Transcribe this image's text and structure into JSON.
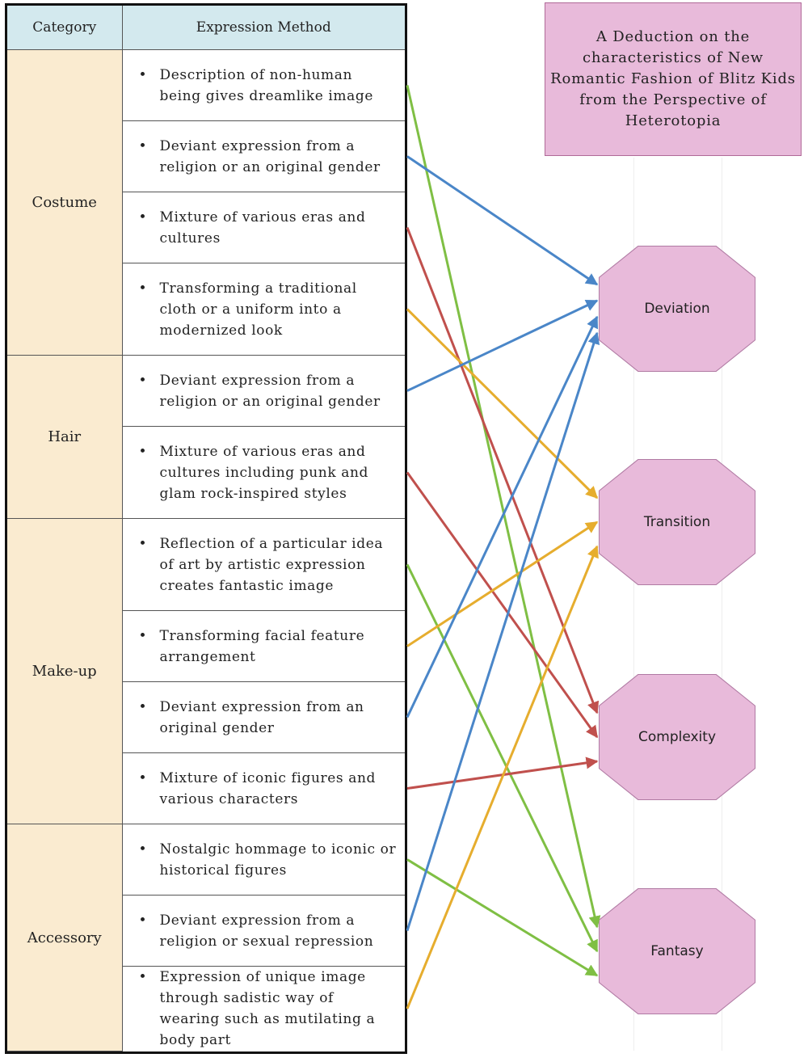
{
  "table": {
    "headers": {
      "category": "Category",
      "method": "Expression Method"
    },
    "categories": [
      {
        "name": "Costume",
        "methods": [
          "Description of non-human being gives dreamlike image",
          "Deviant expression from a religion or an original gender",
          "Mixture of various eras and cultures",
          "Transforming a traditional cloth or a uniform into a modernized look"
        ]
      },
      {
        "name": "Hair",
        "methods": [
          "Deviant expression from a religion or an original gender",
          "Mixture of various eras and cultures including punk and glam rock-inspired styles"
        ]
      },
      {
        "name": "Make-up",
        "methods": [
          "Reflection of a particular idea of art by artistic expression creates fantastic image",
          "Transforming facial feature arrangement",
          "Deviant expression from an original gender",
          "Mixture of iconic figures and various characters"
        ]
      },
      {
        "name": "Accessory",
        "methods": [
          "Nostalgic hommage to iconic or historical figures",
          "Deviant expression from a religion or sexual repression",
          "Expression of unique image through sadistic way of wearing such as mutilating a body part"
        ]
      }
    ]
  },
  "deduction": "A Deduction on the characteristics of New Romantic Fashion of Blitz Kids from the Perspective of Heterotopia",
  "characteristics": [
    "Deviation",
    "Transition",
    "Complexity",
    "Fantasy"
  ],
  "bullet": "•",
  "colors": {
    "Deviation": "#4a86c8",
    "Transition": "#e6ad2e",
    "Complexity": "#c0504d",
    "Fantasy": "#7fbf44"
  },
  "links": [
    {
      "row": 0,
      "target": "Fantasy"
    },
    {
      "row": 1,
      "target": "Deviation"
    },
    {
      "row": 2,
      "target": "Complexity"
    },
    {
      "row": 3,
      "target": "Transition"
    },
    {
      "row": 4,
      "target": "Deviation"
    },
    {
      "row": 5,
      "target": "Complexity"
    },
    {
      "row": 6,
      "target": "Fantasy"
    },
    {
      "row": 7,
      "target": "Transition"
    },
    {
      "row": 8,
      "target": "Deviation"
    },
    {
      "row": 9,
      "target": "Complexity"
    },
    {
      "row": 10,
      "target": "Fantasy"
    },
    {
      "row": 11,
      "target": "Deviation"
    },
    {
      "row": 12,
      "target": "Transition"
    }
  ]
}
